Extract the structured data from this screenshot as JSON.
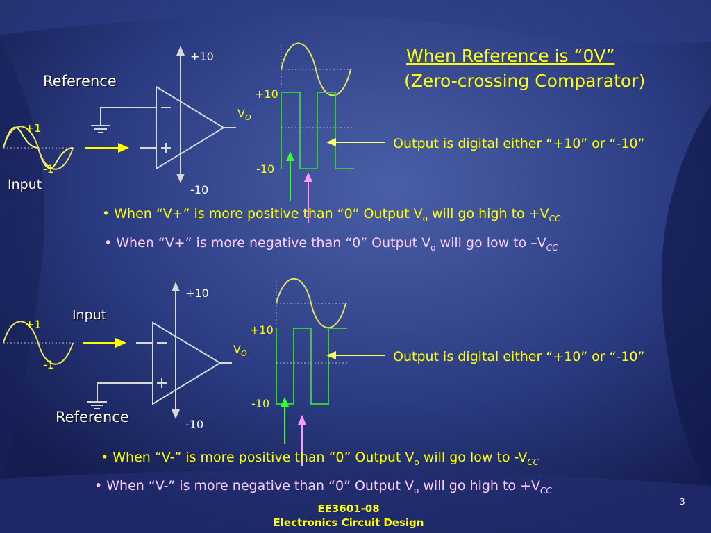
{
  "title": {
    "line1": "When Reference is “0V”",
    "line2": "(Zero-crossing Comparator)"
  },
  "top": {
    "reference_label": "Reference",
    "input_label": "Input",
    "in_pos": "+1",
    "in_neg": "-1",
    "supply_pos": "+10",
    "supply_neg": "-10",
    "vo_main": "V",
    "vo_sub": "O",
    "out_pos": "+10",
    "out_neg": "-10",
    "output_note": "Output is digital either “+10” or “-10”",
    "bullet1_main": "• When “V+” is more positive than “0” Output V",
    "bullet1_sub": "o",
    "bullet1_tail": " will go high to +V",
    "bullet1_end": "CC",
    "bullet2_main": "• When “V+” is more negative than “0” Output V",
    "bullet2_sub": "o",
    "bullet2_tail": " will go low to –V",
    "bullet2_end": "CC"
  },
  "bottom": {
    "reference_label": "Reference",
    "input_label": "Input",
    "in_pos": "+1",
    "in_neg": "-1",
    "supply_pos": "+10",
    "supply_neg": "-10",
    "vo_main": "V",
    "vo_sub": "O",
    "out_pos": "+10",
    "out_neg": "-10",
    "output_note": "Output is digital either “+10” or “-10”",
    "bullet1_main": "• When “V-” is more positive than “0” Output V",
    "bullet1_sub": "o",
    "bullet1_tail": " will go low to -V",
    "bullet1_end": "CC",
    "bullet2_main": "• When “V-” is more negative than “0” Output V",
    "bullet2_sub": "o",
    "bullet2_tail": " will go high to +V",
    "bullet2_end": "CC"
  },
  "footer": {
    "course": "EE3601-08",
    "name": "Electronics Circuit Design",
    "page": "3"
  },
  "colors": {
    "wave": "#ffff66",
    "square": "#33ff33",
    "text": "#ffff00",
    "opamp": "#d8d8d8",
    "arrow_up": "#33ff33",
    "arrow_pink": "#ff99ff"
  }
}
